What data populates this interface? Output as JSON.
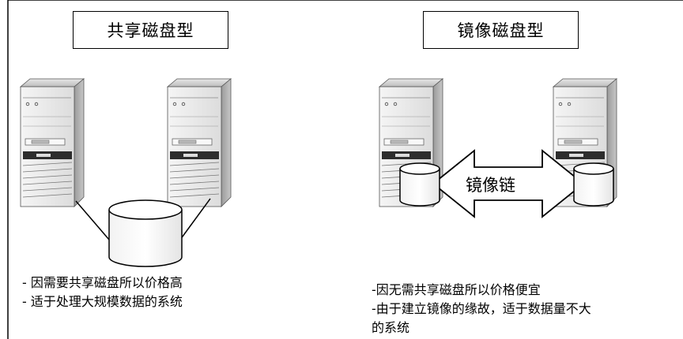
{
  "left_panel": {
    "title": "共享磁盘型",
    "notes": [
      "- 因需要共享磁盘所以价格高",
      "- 适于处理大规模数据的系统"
    ]
  },
  "right_panel": {
    "title": "镜像磁盘型",
    "mirror_link_label": "镜像链",
    "notes": [
      "-因无需共享磁盘所以价格便宜",
      "-由于建立镜像的缘故，适于数据量不大",
      "的系统"
    ]
  }
}
